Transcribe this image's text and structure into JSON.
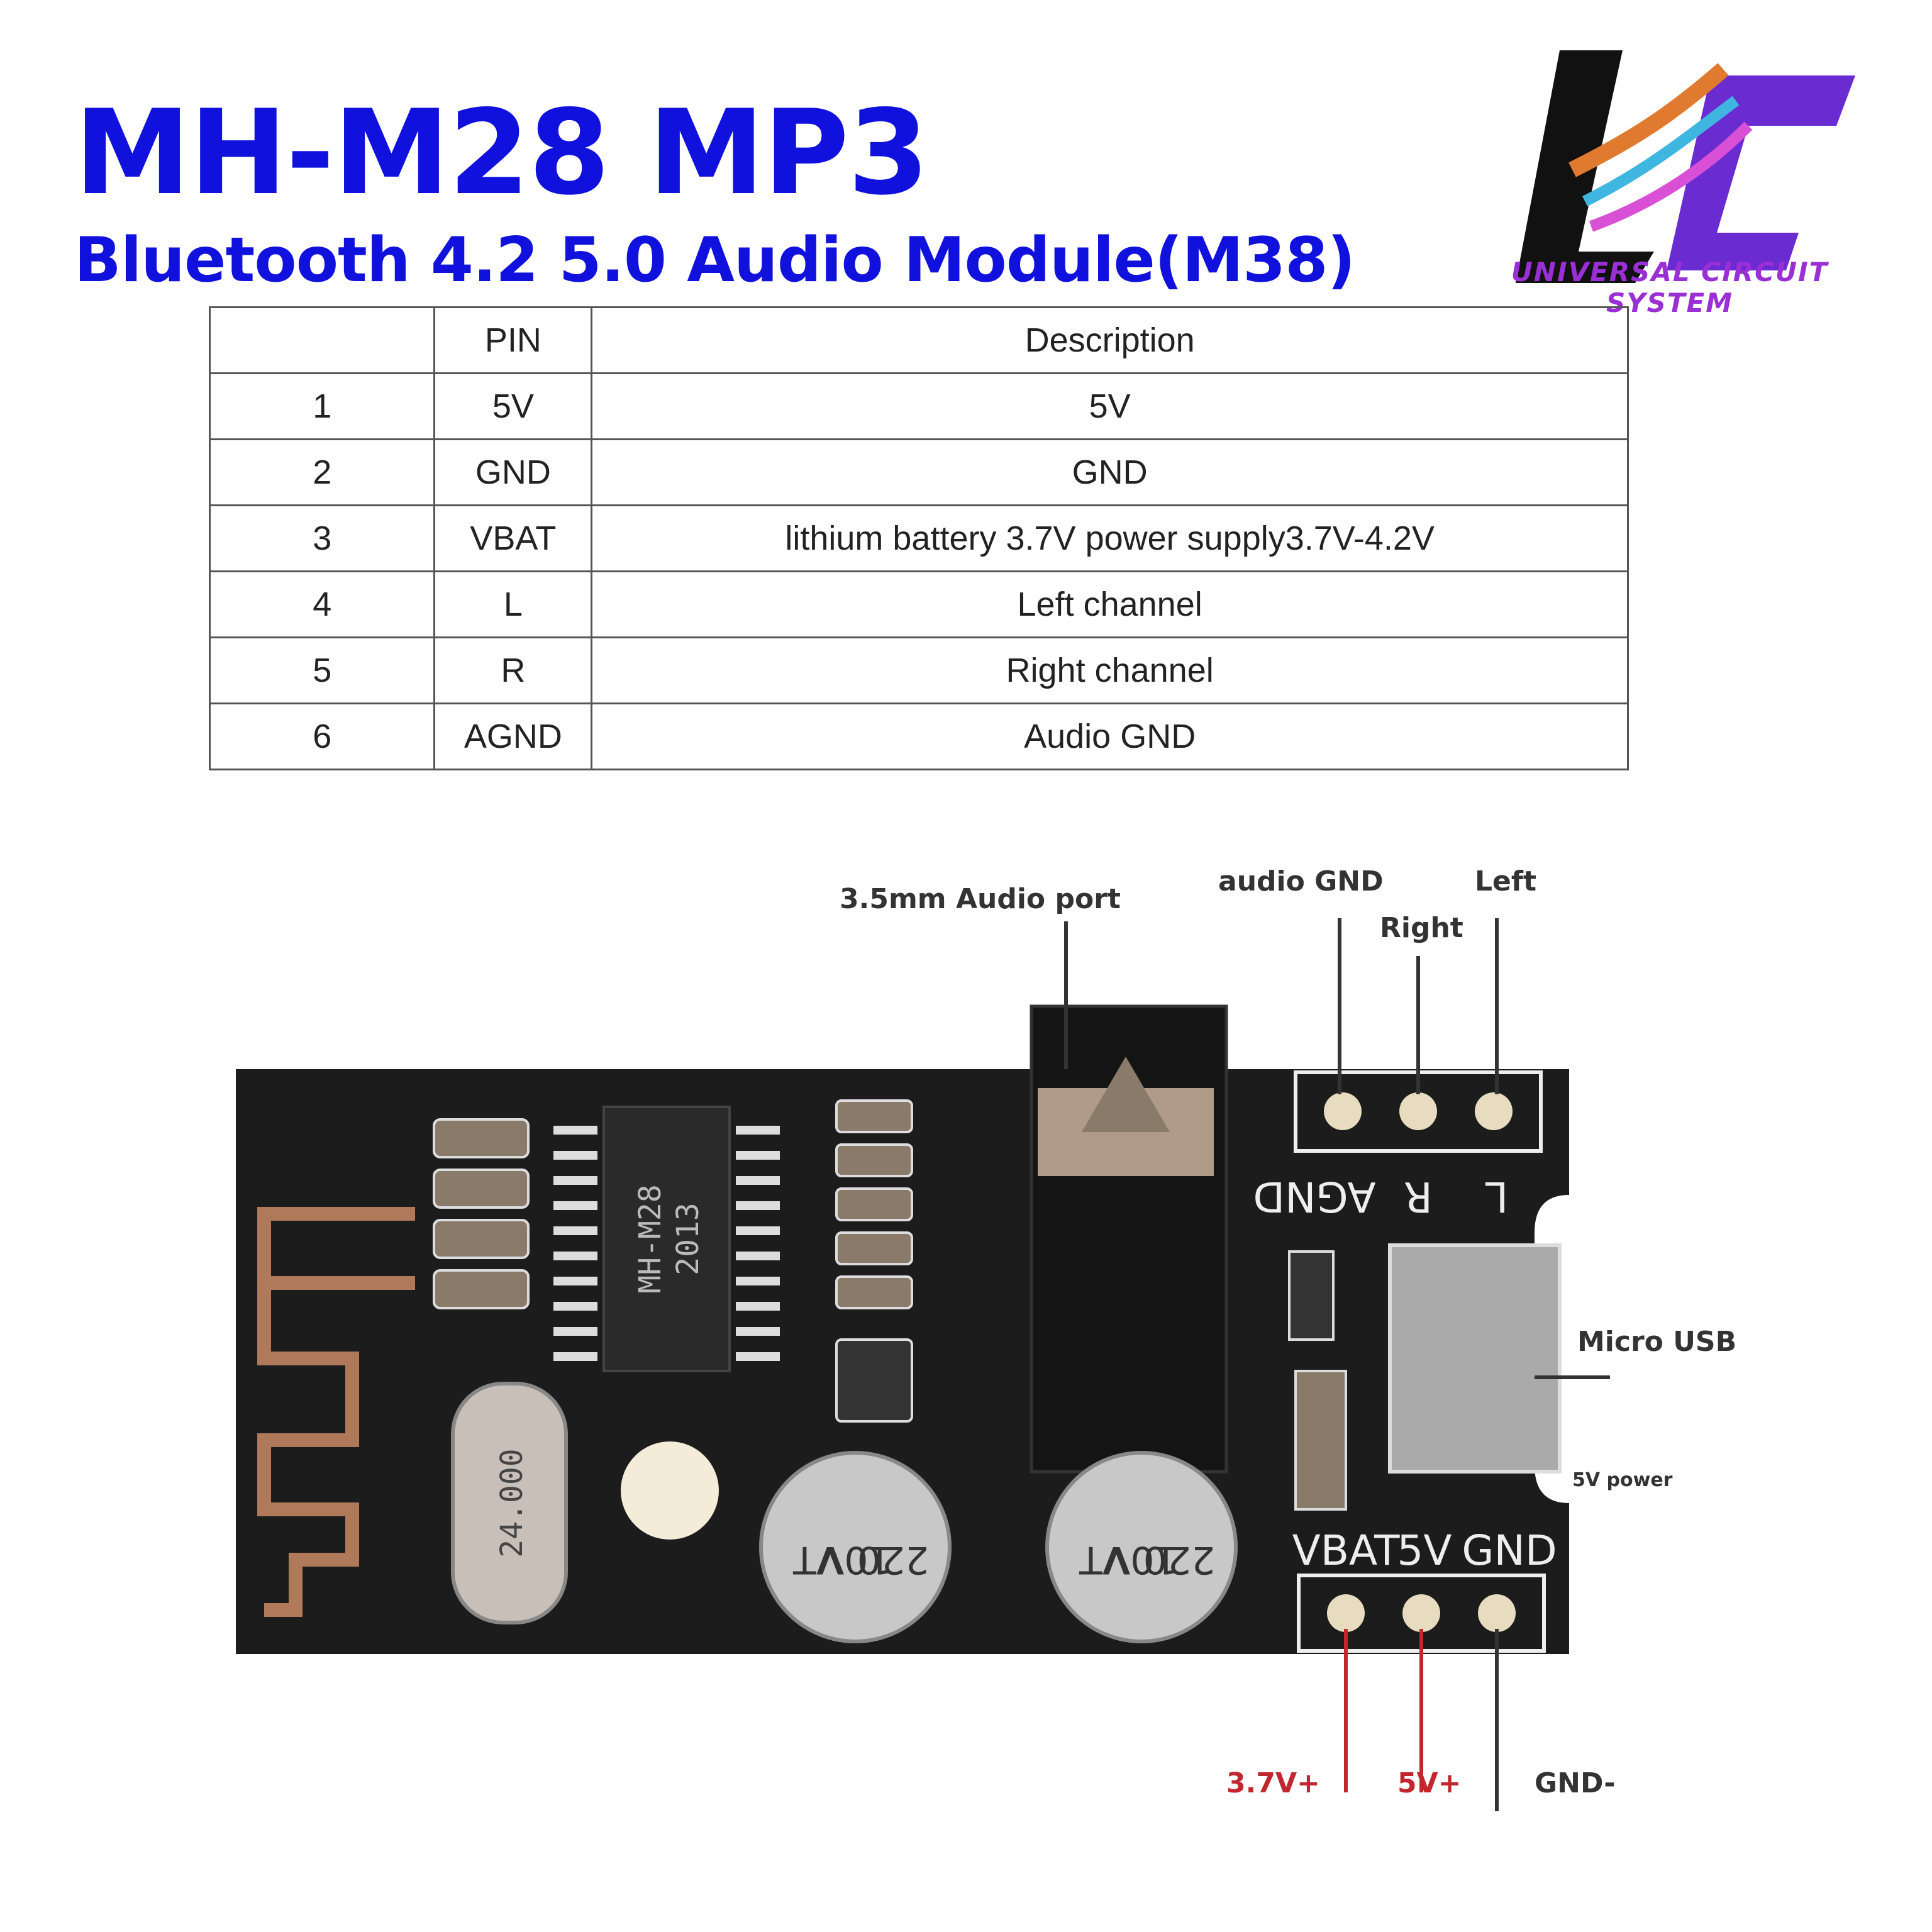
{
  "title": "MH-M28 MP3",
  "subtitle": "Bluetooth 4.2 5.0 Audio Module(M38)",
  "logo": {
    "text": "UNIVERSAL CIRCUIT SYSTEM",
    "mark": "UC",
    "colors": {
      "dark": "#111111",
      "purple": "#7b2fd6",
      "accent": "#e07a2e"
    }
  },
  "table": {
    "headers": [
      "",
      "PIN",
      "Description"
    ],
    "rows": [
      [
        "1",
        "5V",
        "5V"
      ],
      [
        "2",
        "GND",
        "GND"
      ],
      [
        "3",
        "VBAT",
        "lithium battery 3.7V power supply3.7V-4.2V"
      ],
      [
        "4",
        "L",
        "Left channel"
      ],
      [
        "5",
        "R",
        "Right channel"
      ],
      [
        "6",
        "AGND",
        "Audio GND"
      ]
    ]
  },
  "callouts": {
    "audio_port": "3.5mm Audio port",
    "audio_gnd": "audio GND",
    "right": "Right",
    "left": "Left",
    "micro_usb": "Micro USB",
    "usb_power": "5V power",
    "v37": "3.7V+",
    "v5": "5V+",
    "gnd": "GND-"
  },
  "board": {
    "chip_line1": "MH-M28",
    "chip_line2": "2013",
    "crystal": "24.000",
    "cap_text": [
      "VT",
      "10V",
      "220"
    ],
    "top_pins": [
      "AGND",
      "R",
      "L"
    ],
    "bottom_pins": [
      "VBAT",
      "5V",
      "GND"
    ],
    "colors": {
      "pcb": "#1c1c1c",
      "pad": "#e8dcc0",
      "copper": "#b07a5a",
      "red_wire": "#c1272d"
    }
  }
}
